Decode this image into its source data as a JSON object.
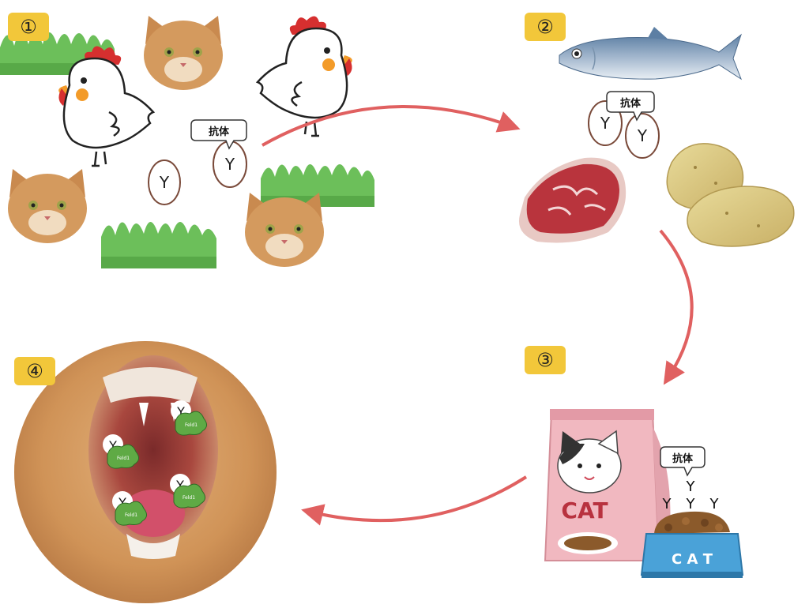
{
  "steps": {
    "s1": "①",
    "s2": "②",
    "s3": "③",
    "s4": "④"
  },
  "antibody": {
    "label": "抗体",
    "symbol": "Y"
  },
  "allergen": {
    "label": "Feld1"
  },
  "cat_food": {
    "bag_text": "CAT",
    "bowl_text": "C A T"
  },
  "colors": {
    "badge": "#f2c73a",
    "arrow": "#e06060",
    "grass": "#6cbf5a",
    "grass_dark": "#3f9a3f",
    "comb_red": "#d62f2f",
    "beak_orange": "#f39b29",
    "cat_fur": "#d49a5e",
    "egg_outline": "#7a4a3a",
    "bag_pink": "#f1b8c0",
    "bowl_blue": "#4aa2d8",
    "allergen_green": "#5faa45"
  }
}
